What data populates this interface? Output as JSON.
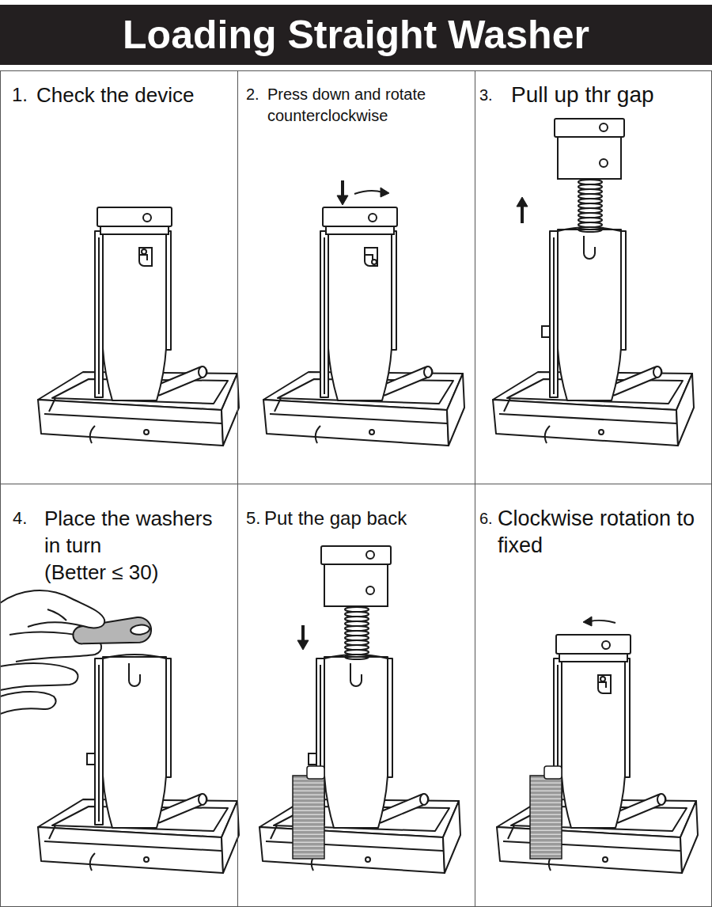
{
  "diagram": {
    "title": "Loading Straight Washer",
    "nodes": [
      {
        "text": [
          "1.",
          "Check the device"
        ]
      },
      {
        "text": [
          "2.",
          "Press down and rotate counterclockwise"
        ]
      },
      {
        "text": [
          "3.",
          "Pull up thr gap"
        ]
      },
      {
        "text": [
          "4.",
          "Place the washers in turn",
          "(Better ≤ 30)"
        ]
      },
      {
        "text": [
          "5.",
          "Put the gap back"
        ]
      },
      {
        "text": [
          "6.",
          "Clockwise rotation to fixed"
        ]
      }
    ]
  }
}
